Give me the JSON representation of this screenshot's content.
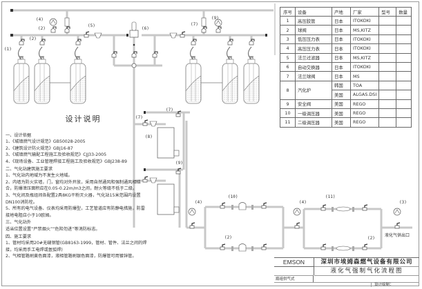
{
  "drawing": {
    "notes": {
      "title": "设计说明",
      "sections": [
        {
          "heading": "一、设计依据",
          "lines": [
            "1、《城镇燃气设计规范》GB50028-2005",
            "2、《建筑设计防火规范》GBJ16-87",
            "3、《城镇燃气输配工程施工及验收规范》CJJ33-2005",
            "4、《现场设备、工业管理焊接工程施工及验收规范》GBJ238-89"
          ]
        },
        {
          "heading": "二、气化站建筑施工要求",
          "lines": [
            "1、气化站内地域为不发生火地域。",
            "2、内墙为防火实墙，门，窗均对外开放，采用自然通风和强制通风相结合，防爆泄压面积应在0.05-0.22m/m3之间，耐火等级不低于二级。",
            "3、气化间及瓶组间各配置2具8KG干粉灭火器，气化站15米范围内设置DN100消防栓。",
            "5、所有的电气设备、仪表均采用防爆型，工艺管道应有防静电措施，防雷接地电阻应小于10欧姆。"
          ]
        },
        {
          "heading": "三、气化站外",
          "lines": [
            "适当位置设置“严禁烟火”“危险勿进”等消防标志。"
          ]
        },
        {
          "heading": "四、施工要求",
          "lines": [
            "1、管材均采用20#无缝钢管(GB8163-1999，管材、管件、法兰之间的焊接，均采用手工电焊或氩弧焊)",
            "2、气相管路刷黄色面漆，液相管路刷银色面漆，防爆管可用镀锌管。"
          ]
        }
      ]
    },
    "bom": {
      "headers": [
        "序号",
        "设备",
        "产地",
        "厂家",
        "型号",
        "数量"
      ],
      "rows": [
        {
          "no": "1",
          "name": "高压胶管",
          "origin": "日本",
          "maker": "ITOKOKI",
          "model": "",
          "qty": ""
        },
        {
          "no": "2",
          "name": "球阀",
          "origin": "日本",
          "maker": "MS,KITZ",
          "model": "",
          "qty": ""
        },
        {
          "no": "3",
          "name": "低压压力表",
          "origin": "日本",
          "maker": "ITOKOKI",
          "model": "",
          "qty": ""
        },
        {
          "no": "4",
          "name": "高压压力表",
          "origin": "日本",
          "maker": "ITOKOKI",
          "model": "",
          "qty": ""
        },
        {
          "no": "5",
          "name": "法兰过滤器",
          "origin": "日本",
          "maker": "MS,KITZ",
          "model": "",
          "qty": ""
        },
        {
          "no": "6",
          "name": "自动交换器",
          "origin": "日本",
          "maker": "ITOKOKI",
          "model": "",
          "qty": ""
        },
        {
          "no": "7",
          "name": "法兰球阀",
          "origin": "日本",
          "maker": "MS",
          "model": "",
          "qty": ""
        },
        {
          "no": "8",
          "name": "汽化炉",
          "origin": "韩国",
          "maker": "TOA",
          "model": "",
          "qty": "",
          "sub": {
            "origin": "美国",
            "maker": "ALGAS.DSI",
            "model": "",
            "qty": ""
          }
        },
        {
          "no": "9",
          "name": "安全阀",
          "origin": "美国",
          "maker": "REGO",
          "model": "",
          "qty": ""
        },
        {
          "no": "10",
          "name": "一级调压器",
          "origin": "美国",
          "maker": "REGO",
          "model": "",
          "qty": ""
        },
        {
          "no": "11",
          "name": "二级调压器",
          "origin": "美国",
          "maker": "REGO",
          "model": "",
          "qty": ""
        }
      ]
    },
    "title_block": {
      "brand": "EMSON",
      "company": "深圳市埃姆森燃气设备有限公司",
      "drawing_title": "液化气强制气化流程图",
      "supply_type": "瓶组供气式",
      "designer_label": "设计绘制："
    },
    "labels": {
      "outlet": "液化气供出口",
      "c1": "(1)",
      "c2": "(2)",
      "c3": "(3)",
      "c4": "(4)",
      "c5": "(5)",
      "c6": "(6)",
      "c7": "(7)",
      "c8": "(8)",
      "c9": "(9)",
      "c10": "(10)",
      "c11": "(11)"
    },
    "colors": {
      "pipe": "#c8c8c8",
      "line": "#555555",
      "frame": "#999999"
    }
  }
}
